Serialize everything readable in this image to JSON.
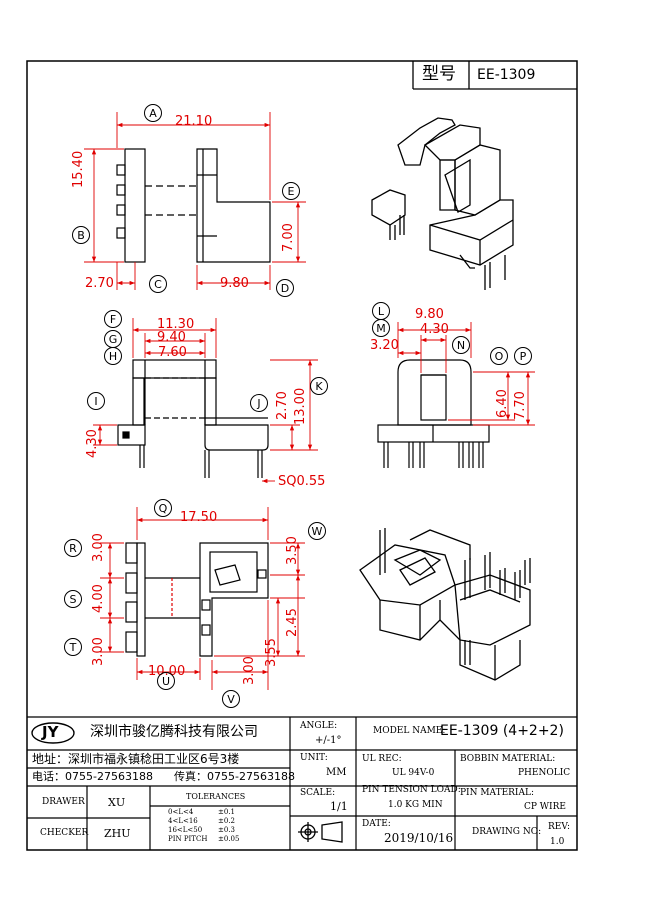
{
  "title_block_top": {
    "type_label": "型号",
    "model": "EE-1309"
  },
  "dimensions": {
    "top_view": {
      "width": "21.10",
      "height": "15.40",
      "pin_offset": "2.70",
      "foot_len": "9.80",
      "foot_h": "7.00"
    },
    "front_view": {
      "w1": "11.30",
      "w2": "9.40",
      "w3": "7.60",
      "h1": "4.30",
      "h2": "2.70",
      "h3": "13.00",
      "pin": "SQ0.55"
    },
    "side_view": {
      "w1": "9.80",
      "w2": "4.30",
      "w3": "3.20",
      "h1": "6.40",
      "h2": "7.70"
    },
    "bottom_view": {
      "width": "17.50",
      "r": "3.00",
      "s": "4.00",
      "t": "3.00",
      "w": "3.50",
      "gap": "2.45",
      "x": "3.55",
      "u": "10.00",
      "v": "3.00"
    }
  },
  "callouts": [
    "A",
    "B",
    "C",
    "D",
    "E",
    "F",
    "G",
    "H",
    "I",
    "J",
    "K",
    "L",
    "M",
    "N",
    "O",
    "P",
    "Q",
    "R",
    "S",
    "T",
    "U",
    "V",
    "W"
  ],
  "company": {
    "logo": "JY",
    "name": "深圳市骏亿腾科技有限公司",
    "address_label": "地址：",
    "address": "深圳市福永镇稔田工业区6号3楼",
    "phone": "电话：0755-27563188",
    "fax": "传真：0755-27563188"
  },
  "block": {
    "angle_label": "ANGLE:",
    "angle_value": "+/-1°",
    "unit_label": "UNIT:",
    "unit_value": "MM",
    "scale_label": "SCALE:",
    "scale_value": "1/1",
    "model_label": "MODEL NAME:",
    "model_value": "EE-1309  (4+2+2)",
    "ul_label": "UL REC:",
    "ul_value": "UL 94V-0",
    "bobbin_label": "BOBBIN MATERIAL:",
    "bobbin_value": "PHENOLIC",
    "tension_label": "PIN TENSION LOAD:",
    "tension_value": "1.0 KG MIN",
    "pin_mat_label": "PIN MATERIAL:",
    "pin_mat_value": "CP WIRE",
    "date_label": "DATE:",
    "date_value": "2019/10/16",
    "drawing_label": "DRAWING NO:",
    "rev_label": "REV:",
    "rev_value": "1.0",
    "drawer_label": "DRAWER",
    "drawer_value": "XU",
    "checker_label": "CHECKER",
    "checker_value": "ZHU",
    "tol_title": "TOLERANCES",
    "tol_rows": [
      {
        "range": "0<L<4",
        "val": "±0.1"
      },
      {
        "range": "4<L<16",
        "val": "±0.2"
      },
      {
        "range": "16<L<50",
        "val": "±0.3"
      },
      {
        "range": "PIN PITCH",
        "val": "±0.05"
      }
    ]
  }
}
